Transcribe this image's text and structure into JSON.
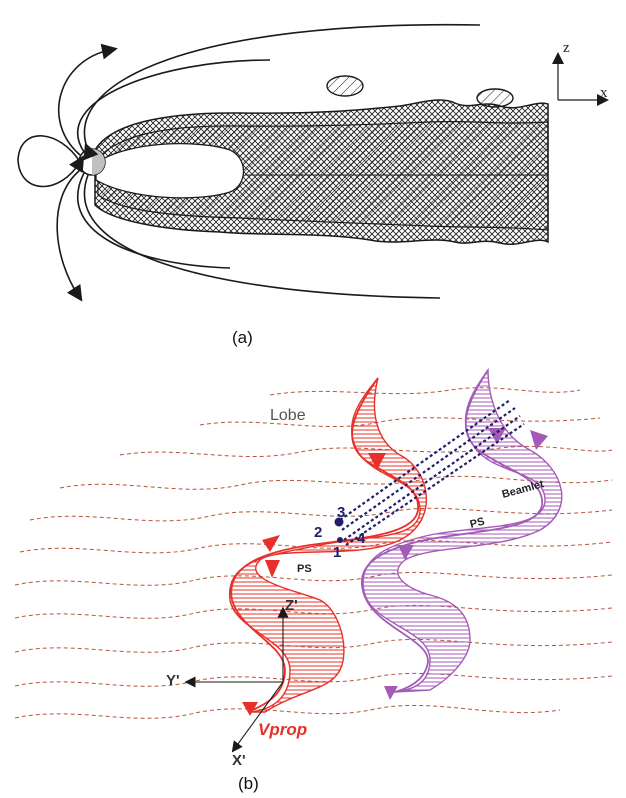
{
  "panel_a": {
    "caption": "(a)",
    "axis_z": "z",
    "axis_x": "x"
  },
  "panel_b": {
    "caption": "(b)",
    "lobe_label": "Lobe",
    "ps_label_left": "PS",
    "ps_label_right": "PS",
    "beamlet_label": "Beamlet",
    "point_labels": [
      "3",
      "2",
      "1",
      "4"
    ],
    "axis_z_prime": "Z'",
    "axis_y_prime": "Y'",
    "axis_x_prime": "X'",
    "vprop_label": "Vprop"
  },
  "colors": {
    "ink": "#1a1a1a",
    "red": "#e8302a",
    "purple": "#a45bb8",
    "dashed_red": "#b8553a",
    "navy": "#1f1f6b"
  }
}
